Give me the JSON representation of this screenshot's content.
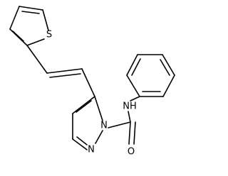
{
  "diagram": {
    "type": "chemical-structure",
    "atom_labels": {
      "thiophene_sulfur": "S",
      "amide_nitrogen": "NH",
      "pyrazole_n1": "N",
      "pyrazole_n2": "N",
      "carbonyl_oxygen": "O"
    }
  },
  "colors": {
    "bond": "#000000",
    "background": "#ffffff"
  }
}
